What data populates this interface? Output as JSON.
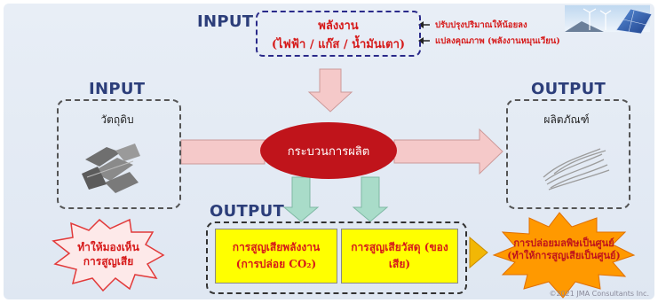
{
  "energy": {
    "header": "INPUT",
    "title": "พลังงาน",
    "subtitle": "(ไฟฟ้า / แก๊ส / น้ำมันเตา)",
    "notes": [
      "ปรับปรุงปริมาณให้น้อยลง",
      "แปลงคุณภาพ (พลังงานหมุนเวียน)"
    ]
  },
  "input": {
    "header": "INPUT",
    "label": "วัตถุดิบ"
  },
  "output_product": {
    "header": "OUTPUT",
    "label": "ผลิตภัณฑ์"
  },
  "process": {
    "label": "กระบวนการผลิต"
  },
  "losses": {
    "header": "OUTPUT",
    "energy_loss_line1": "การสูญเสียพลังงาน",
    "energy_loss_line2": "(การปล่อย CO₂)",
    "material_loss_line1": "การสูญเสียวัสดุ (ของ",
    "material_loss_line2": "เสีย)"
  },
  "burst_left": {
    "line1": "ทำให้มองเห็น",
    "line2": "การสูญเสีย"
  },
  "burst_right": {
    "line1": "การปล่อยมลพิษเป็นศูนย์",
    "line2": "(ทำให้การสูญเสียเป็นศูนย์)"
  },
  "copyright": "©2021 JMA Consultants Inc.",
  "colors": {
    "accent_red": "#c0141b",
    "header_blue": "#2c3e7a",
    "arrow_pink": "#f5c9c9",
    "arrow_teal": "#a9dcc9",
    "loss_yellow": "#ffff00",
    "burst_orange": "#ff9900"
  }
}
